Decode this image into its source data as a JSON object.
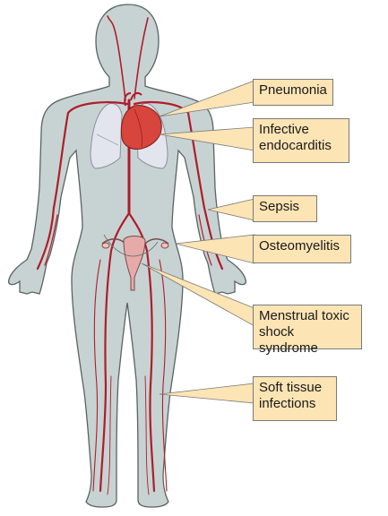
{
  "labels": {
    "pneumonia": "Pneumonia",
    "endocarditis": "Infective\nendocarditis",
    "sepsis": "Sepsis",
    "osteomyelitis": "Osteomyelitis",
    "tss": "Menstrual toxic\nshock syndrome",
    "soft_tissue": "Soft tissue\ninfections"
  },
  "colors": {
    "body_fill": "#c7d3d3",
    "body_stroke": "#5a6262",
    "vessel": "#b01c2a",
    "heart": "#d8453c",
    "lung": "#e3e5ee",
    "label_fill": "#fce4b4",
    "pointer_fill": "#fce4b4",
    "uterus": "#e6aaa8",
    "bone": "#f1f1f1"
  }
}
